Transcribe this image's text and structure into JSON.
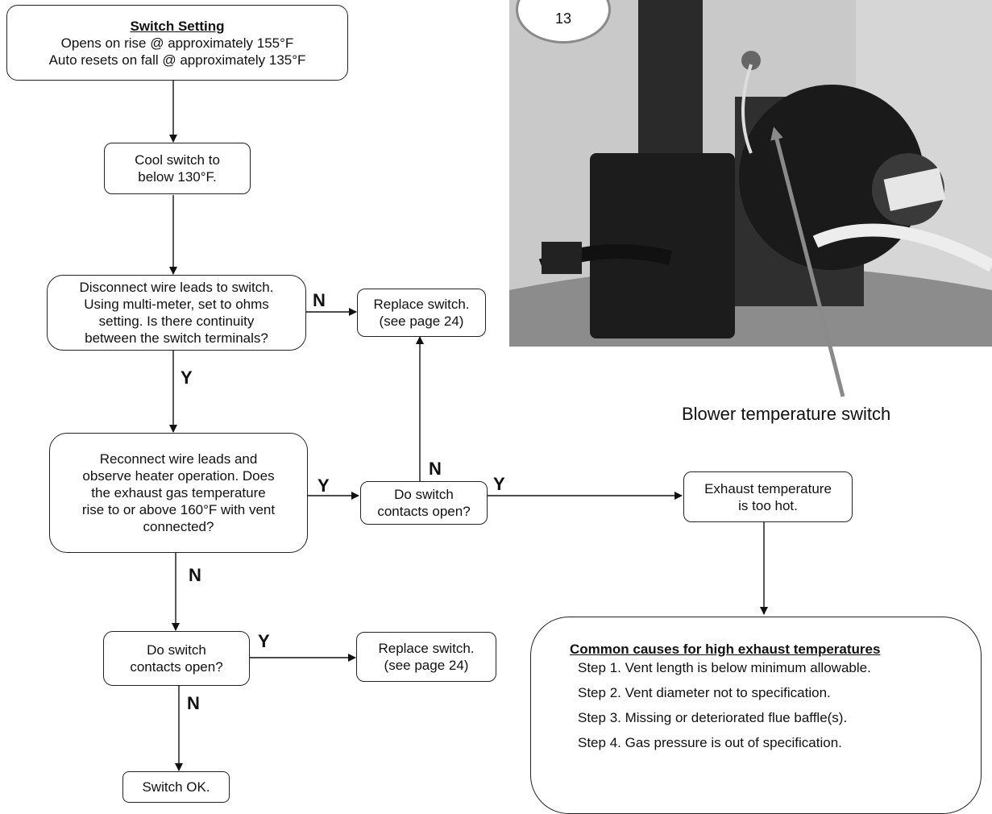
{
  "badge": {
    "number": "13"
  },
  "photo": {
    "caption": "Blower temperature switch"
  },
  "nodes": {
    "switch_setting": {
      "title": "Switch Setting",
      "line1": "Opens on rise @ approximately 155°F",
      "line2": "Auto resets on fall @ approximately 135°F"
    },
    "cool_switch": {
      "line1": "Cool switch to",
      "line2": "below 130°F."
    },
    "disconnect": {
      "line1": "Disconnect wire leads to switch.",
      "line2": "Using multi-meter, set to ohms",
      "line3": "setting.  Is there continuity",
      "line4": "between the switch terminals?"
    },
    "replace_top": {
      "line1": "Replace switch.",
      "line2": "(see page 24)"
    },
    "reconnect": {
      "line1": "Reconnect wire leads and",
      "line2": "observe heater operation.  Does",
      "line3": "the exhaust gas temperature",
      "line4": "rise to or above 160°F with vent",
      "line5": "connected?"
    },
    "do_open_mid": {
      "line1": "Do switch",
      "line2": "contacts open?"
    },
    "exhaust_hot": {
      "line1": "Exhaust temperature",
      "line2": "is too hot."
    },
    "do_open_low": {
      "line1": "Do switch",
      "line2": "contacts open?"
    },
    "replace_low": {
      "line1": "Replace switch.",
      "line2": "(see page 24)"
    },
    "switch_ok": {
      "line1": "Switch OK."
    }
  },
  "labels": {
    "n_replace_top": "N",
    "y_reconnect": "Y",
    "y_do_open_mid_in": "Y",
    "n_do_open_mid_up": "N",
    "y_exhaust": "Y",
    "n_do_open_low": "N",
    "y_replace_low": "Y",
    "n_switch_ok": "N"
  },
  "causes": {
    "title": "Common causes for high exhaust temperatures",
    "steps": [
      "Step 1.  Vent length is below minimum allowable.",
      "Step 2.  Vent diameter not to specification.",
      "Step 3.  Missing or deteriorated flue baffle(s).",
      "Step 4.  Gas pressure is out of specification."
    ]
  }
}
